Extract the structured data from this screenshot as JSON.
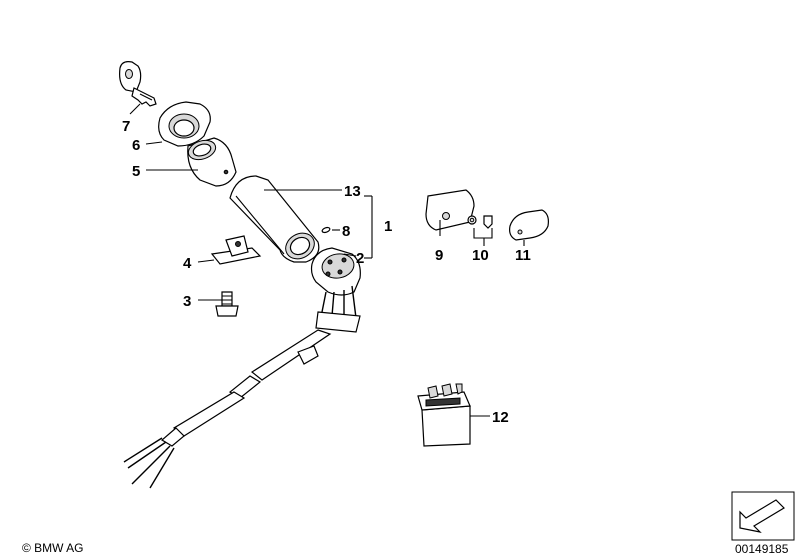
{
  "callouts": {
    "c1": "1",
    "c2": "2",
    "c3": "3",
    "c4": "4",
    "c5": "5",
    "c6": "6",
    "c7": "7",
    "c8": "8",
    "c9": "9",
    "c10": "10",
    "c11": "11",
    "c12": "12",
    "c13": "13"
  },
  "footer": {
    "copyright": "© BMW AG",
    "diagram_number": "00149185"
  }
}
